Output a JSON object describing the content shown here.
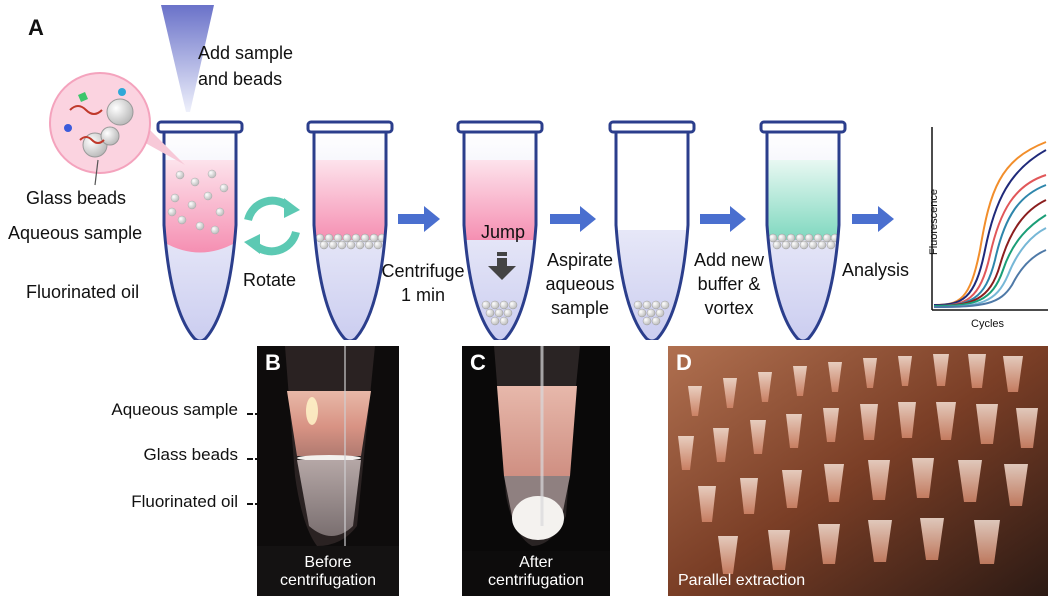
{
  "panel_a": {
    "letter": "A",
    "add_label": "Add sample\nand beads",
    "glass_beads": "Glass beads",
    "aqueous_sample": "Aqueous sample",
    "fluorinated_oil": "Fluorinated oil",
    "rotate": "Rotate",
    "centrifuge": "Centrifuge\n1 min",
    "jump": "Jump",
    "aspirate": "Aspirate\naqueous\nsample",
    "add_buffer": "Add new\nbuffer &\nvortex",
    "analysis": "Analysis",
    "plot_ylabel": "Fluorescence",
    "plot_xlabel": "Cycles"
  },
  "panel_b": {
    "letter": "B",
    "caption": "Before\ncentrifugation",
    "labels": [
      "Aqueous sample",
      "Glass beads",
      "Fluorinated oil"
    ]
  },
  "panel_c": {
    "letter": "C",
    "caption": "After\ncentrifugation"
  },
  "panel_d": {
    "letter": "D",
    "caption": "Parallel extraction"
  },
  "colors": {
    "arrow": "#4a6fcf",
    "pink": "#f7a1bd",
    "teal": "#7fd8bf",
    "oil": "#dfe0f4",
    "tube_outline": "#2b3e8c",
    "rotate": "#5cc9b3"
  },
  "icons": [
    "pipette-tip-icon",
    "rotate-arrows-icon",
    "down-arrow-icon",
    "right-arrow-icon"
  ]
}
